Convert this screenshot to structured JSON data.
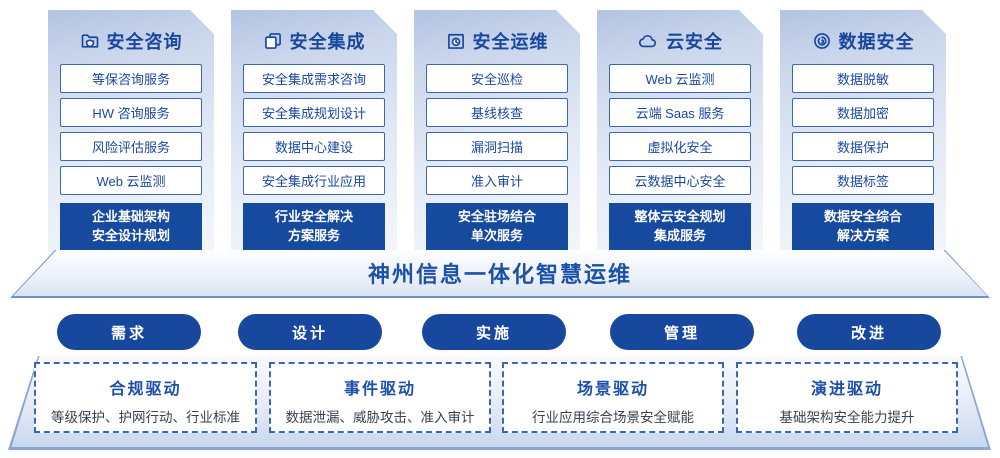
{
  "colors": {
    "primary_blue": "#154a9e",
    "title_blue": "#17489e",
    "box_border_blue": "#3b67b0",
    "banner_text_blue": "#1b51a8",
    "driver_desc_gray": "#3a4150"
  },
  "columns": [
    {
      "icon": "folder-shield-icon",
      "title": "安全咨询",
      "items": [
        "等保咨询服务",
        "HW 咨询服务",
        "风险评估服务",
        "Web 云监测"
      ],
      "footer_line1": "企业基础架构",
      "footer_line2": "安全设计规划"
    },
    {
      "icon": "copy-icon",
      "title": "安全集成",
      "items": [
        "安全集成需求咨询",
        "安全集成规划设计",
        "数据中心建设",
        "安全集成行业应用"
      ],
      "footer_line1": "行业安全解决",
      "footer_line2": "方案服务"
    },
    {
      "icon": "folder-clock-icon",
      "title": "安全运维",
      "items": [
        "安全巡检",
        "基线核查",
        "漏洞扫描",
        "准入审计"
      ],
      "footer_line1": "安全驻场结合",
      "footer_line2": "单次服务"
    },
    {
      "icon": "cloud-icon",
      "title": "云安全",
      "items": [
        "Web 云监测",
        "云端 Saas 服务",
        "虚拟化安全",
        "云数据中心安全"
      ],
      "footer_line1": "整体云安全规划",
      "footer_line2": "集成服务"
    },
    {
      "icon": "fingerprint-icon",
      "title": "数据安全",
      "items": [
        "数据脱敏",
        "数据加密",
        "数据保护",
        "数据标签"
      ],
      "footer_line1": "数据安全综合",
      "footer_line2": "解决方案"
    }
  ],
  "banner": {
    "title": "神州信息一体化智慧运维"
  },
  "process_pills": [
    "需求",
    "设计",
    "实施",
    "管理",
    "改进"
  ],
  "drivers": [
    {
      "title": "合规驱动",
      "desc": "等级保护、护网行动、行业标准"
    },
    {
      "title": "事件驱动",
      "desc": "数据泄漏、威胁攻击、准入审计"
    },
    {
      "title": "场景驱动",
      "desc": "行业应用综合场景安全赋能"
    },
    {
      "title": "演进驱动",
      "desc": "基础架构安全能力提升"
    }
  ]
}
